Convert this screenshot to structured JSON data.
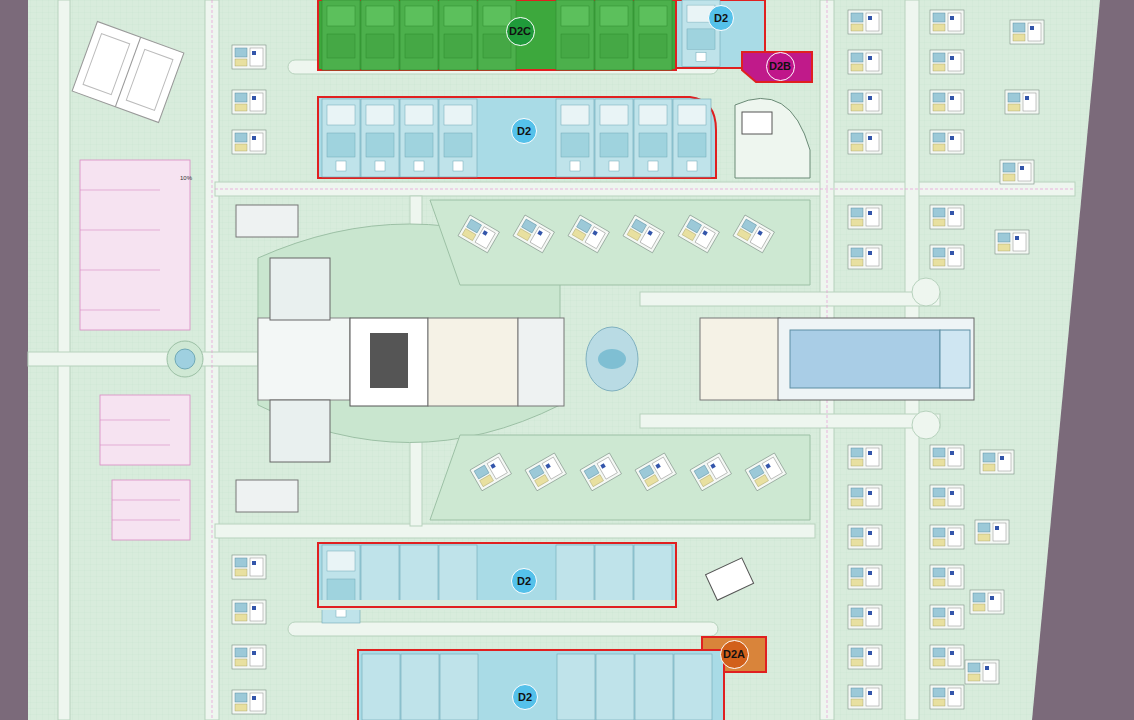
{
  "diagram": {
    "nodes": [
      {
        "text": [
          "D2C"
        ]
      },
      {
        "text": [
          "D2"
        ]
      },
      {
        "text": [
          "D2B"
        ]
      },
      {
        "text": [
          "D2"
        ]
      },
      {
        "text": [
          "D2"
        ]
      },
      {
        "text": [
          "D2A"
        ]
      },
      {
        "text": [
          "D2"
        ]
      }
    ],
    "labels": [
      "10%"
    ]
  }
}
